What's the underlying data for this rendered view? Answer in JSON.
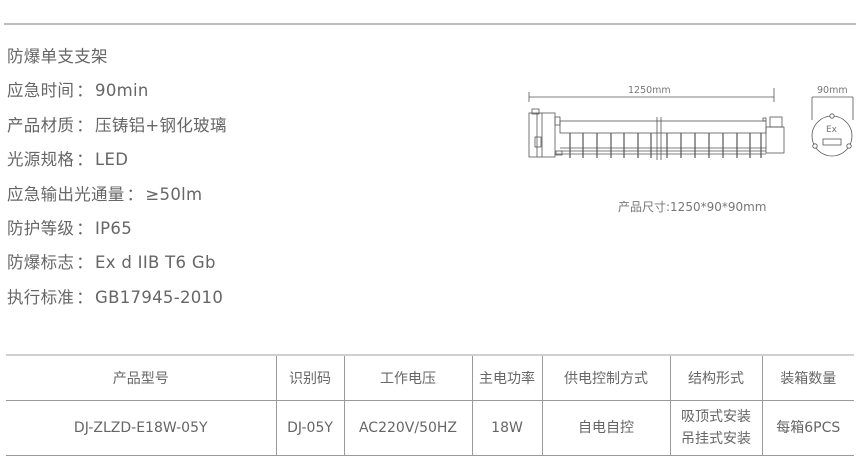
{
  "specs": {
    "title": "防爆单支支架",
    "items": [
      {
        "label": "应急时间",
        "value": "90min"
      },
      {
        "label": "产品材质",
        "value": "压铸铝+钢化玻璃"
      },
      {
        "label": "光源规格",
        "value": "LED"
      },
      {
        "label": "应急输出光通量",
        "value": "≥50lm"
      },
      {
        "label": "防护等级",
        "value": "IP65"
      },
      {
        "label": "防爆标志",
        "value": "Ex d IIB T6 Gb"
      },
      {
        "label": "执行标准",
        "value": "GB17945-2010"
      }
    ],
    "separator": "："
  },
  "drawing": {
    "length_label": "1250mm",
    "width_label": "90mm",
    "ex_mark": "Ex",
    "size_caption": "产品尺寸:1250*90*90mm"
  },
  "table": {
    "headers": [
      "产品型号",
      "识别码",
      "工作电压",
      "主电功率",
      "供电控制方式",
      "结构形式",
      "装箱数量"
    ],
    "row": {
      "model": "DJ-ZLZD-E18W-05Y",
      "code": "DJ-05Y",
      "voltage": "AC220V/50HZ",
      "power": "18W",
      "control": "自电自控",
      "structure": [
        "吸顶式安装",
        "吊挂式安装"
      ],
      "packing": "每箱6PCS"
    }
  },
  "colors": {
    "text": "#666666",
    "rule": "#bdbdbd",
    "table_border": "#9a9a9a",
    "drawing_line": "#555555"
  }
}
